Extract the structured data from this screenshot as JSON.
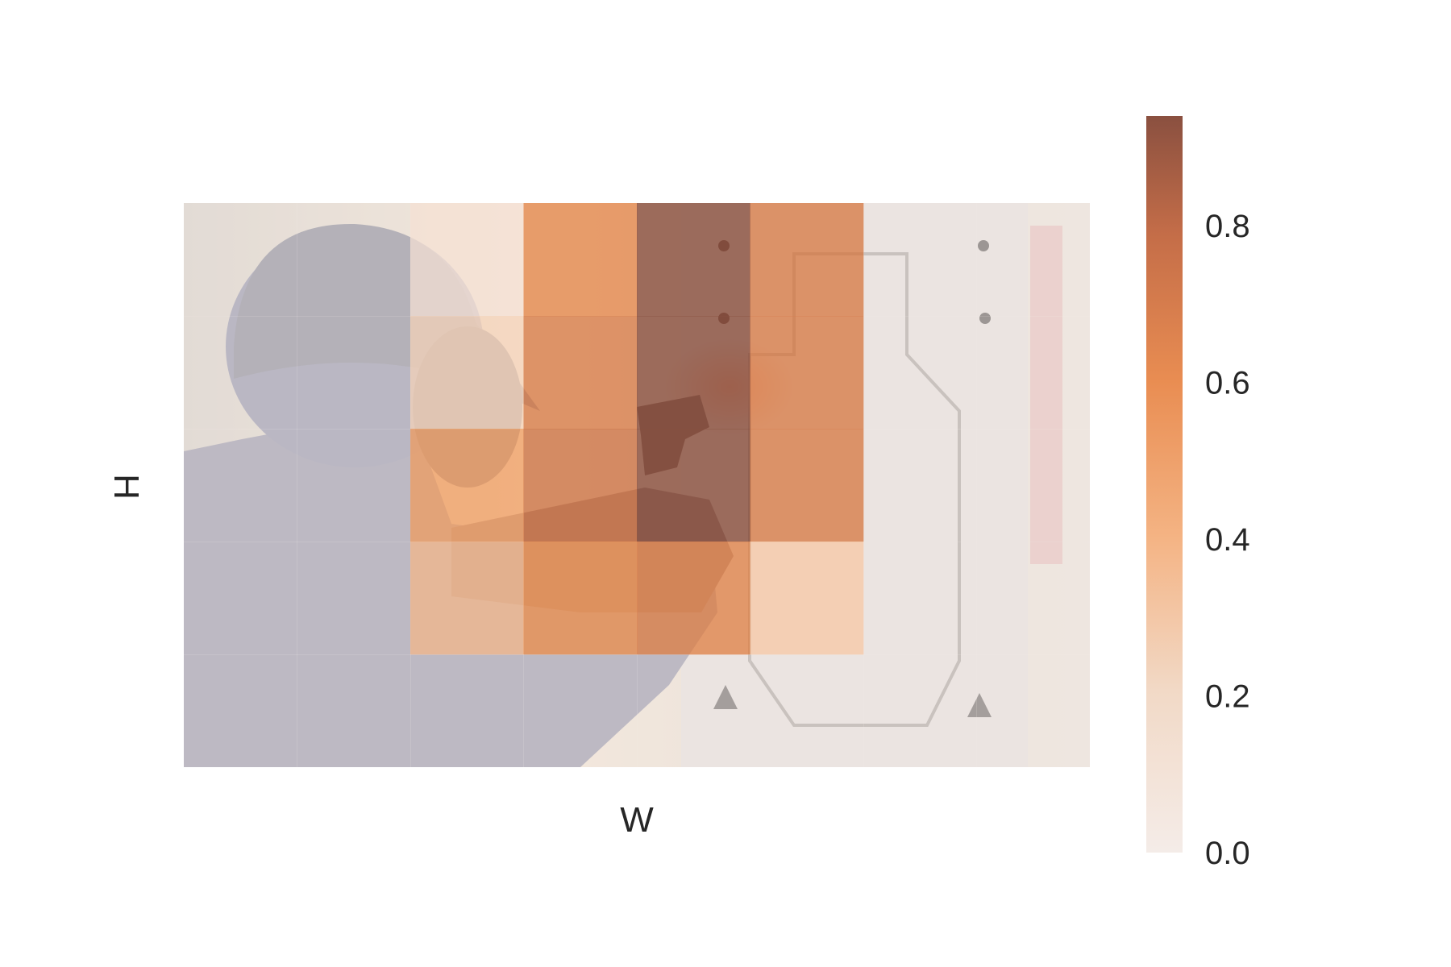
{
  "chart_data": {
    "type": "heatmap",
    "title": "",
    "xlabel": "W",
    "ylabel": "H",
    "background": "photo of a person in ear protection and a cap aiming a handgun at a paper silhouette target at a shooting range",
    "grid": false,
    "legend": "colorbar-right",
    "rows": 5,
    "cols": 8,
    "values": [
      [
        0.0,
        0.0,
        0.06,
        0.52,
        0.94,
        0.58,
        0.0,
        0.0
      ],
      [
        0.0,
        0.0,
        0.14,
        0.58,
        0.94,
        0.58,
        0.0,
        0.0
      ],
      [
        0.0,
        0.0,
        0.4,
        0.64,
        0.94,
        0.58,
        0.0,
        0.0
      ],
      [
        0.0,
        0.0,
        0.28,
        0.46,
        0.54,
        0.2,
        0.0,
        0.0
      ],
      [
        0.0,
        0.0,
        0.0,
        0.0,
        0.0,
        0.0,
        0.0,
        0.0
      ]
    ],
    "colorbar": {
      "min": 0.0,
      "max": 0.94,
      "ticks": [
        0.0,
        0.2,
        0.4,
        0.6,
        0.8
      ],
      "tick_labels": [
        "0.0",
        "0.2",
        "0.4",
        "0.6",
        "0.8"
      ],
      "colors": [
        "#f4ece8",
        "#f6c5a0",
        "#ee9455",
        "#c06a45",
        "#8a5040"
      ]
    }
  }
}
